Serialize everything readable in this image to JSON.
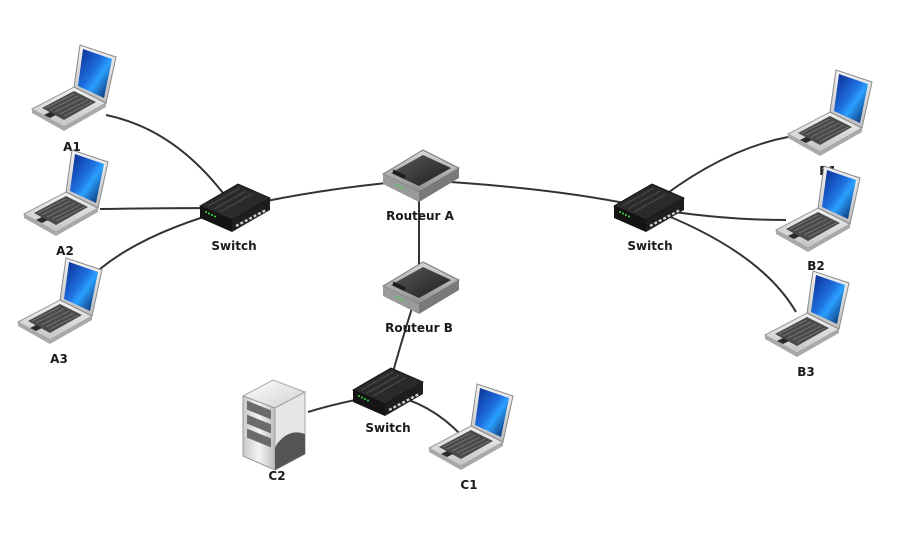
{
  "nodes": [
    {
      "id": "a1",
      "type": "laptop",
      "label": "A1"
    },
    {
      "id": "a2",
      "type": "laptop",
      "label": "A2"
    },
    {
      "id": "a3",
      "type": "laptop",
      "label": "A3"
    },
    {
      "id": "switch-a",
      "type": "switch",
      "label": "Switch"
    },
    {
      "id": "routeur-a",
      "type": "router",
      "label": "Routeur A"
    },
    {
      "id": "routeur-b",
      "type": "router",
      "label": "Routeur B"
    },
    {
      "id": "switch-b",
      "type": "switch",
      "label": "Switch"
    },
    {
      "id": "b1",
      "type": "laptop",
      "label": "B1"
    },
    {
      "id": "b2",
      "type": "laptop",
      "label": "B2"
    },
    {
      "id": "b3",
      "type": "laptop",
      "label": "B3"
    },
    {
      "id": "switch-c",
      "type": "switch",
      "label": "Switch"
    },
    {
      "id": "c1",
      "type": "laptop",
      "label": "C1"
    },
    {
      "id": "c2",
      "type": "server",
      "label": "C2"
    }
  ],
  "links": [
    {
      "from": "a1",
      "to": "switch-a"
    },
    {
      "from": "a2",
      "to": "switch-a"
    },
    {
      "from": "a3",
      "to": "switch-a"
    },
    {
      "from": "switch-a",
      "to": "routeur-a"
    },
    {
      "from": "routeur-a",
      "to": "switch-b"
    },
    {
      "from": "routeur-a",
      "to": "routeur-b"
    },
    {
      "from": "switch-b",
      "to": "b1"
    },
    {
      "from": "switch-b",
      "to": "b2"
    },
    {
      "from": "switch-b",
      "to": "b3"
    },
    {
      "from": "routeur-b",
      "to": "switch-c"
    },
    {
      "from": "switch-c",
      "to": "c2"
    },
    {
      "from": "switch-c",
      "to": "c1"
    }
  ]
}
